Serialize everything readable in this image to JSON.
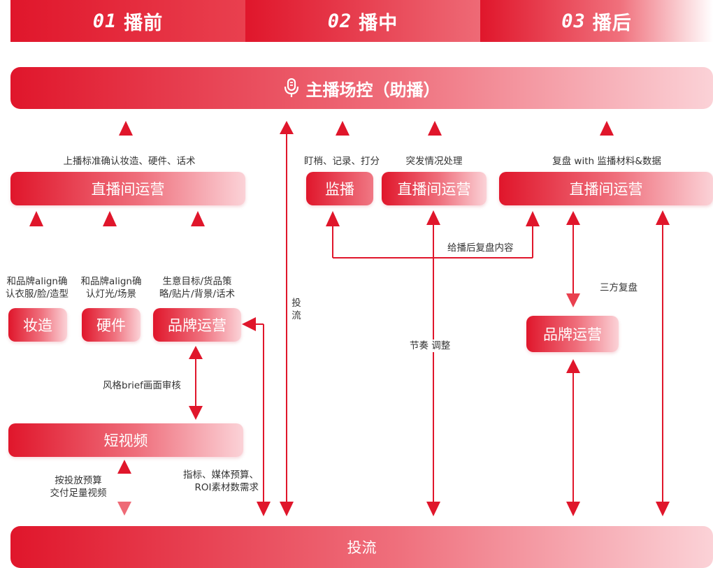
{
  "phases": [
    {
      "num": "01",
      "name": "播前"
    },
    {
      "num": "02",
      "name": "播中"
    },
    {
      "num": "03",
      "name": "播后"
    }
  ],
  "top_bar": {
    "title": "主播场控（助播）",
    "icon": "microphone-icon"
  },
  "bottom_bar": {
    "title": "投流"
  },
  "boxes": {
    "live_ops_pre": "直播间运营",
    "monitor": "监播",
    "live_ops_mid": "直播间运营",
    "live_ops_post": "直播间运营",
    "styling": "妆造",
    "hardware": "硬件",
    "brand_ops_pre": "品牌运营",
    "brand_ops_post": "品牌运营",
    "short_video": "短视频"
  },
  "labels": {
    "pre_up": "上播标准确认妆造、硬件、话术",
    "monitor_up": "盯梢、记录、打分",
    "emergency": "突发情况处理",
    "review_up": "复盘 with 监播材料&数据",
    "styling_line1": "和品牌align确",
    "styling_line2": "认衣服/脸/造型",
    "hardware_line1": "和品牌align确",
    "hardware_line2": "认灯光/场景",
    "brand_line1": "生意目标/货品策",
    "brand_line2": "略/贴片/背景/话术",
    "feedback": "给播后复盘内容",
    "third_party": "三方复盘",
    "traffic_v1": "投",
    "traffic_v2": "流",
    "rhythm": "节奏  调整",
    "brief_review": "风格brief画面审核",
    "video_line1": "按投放预算",
    "video_line2": "交付足量视频",
    "metrics_line1": "指标、媒体预算、",
    "metrics_line2": "ROI素材数需求"
  },
  "colors": {
    "accent": "#e0162b",
    "light": "#fbd2d7"
  }
}
